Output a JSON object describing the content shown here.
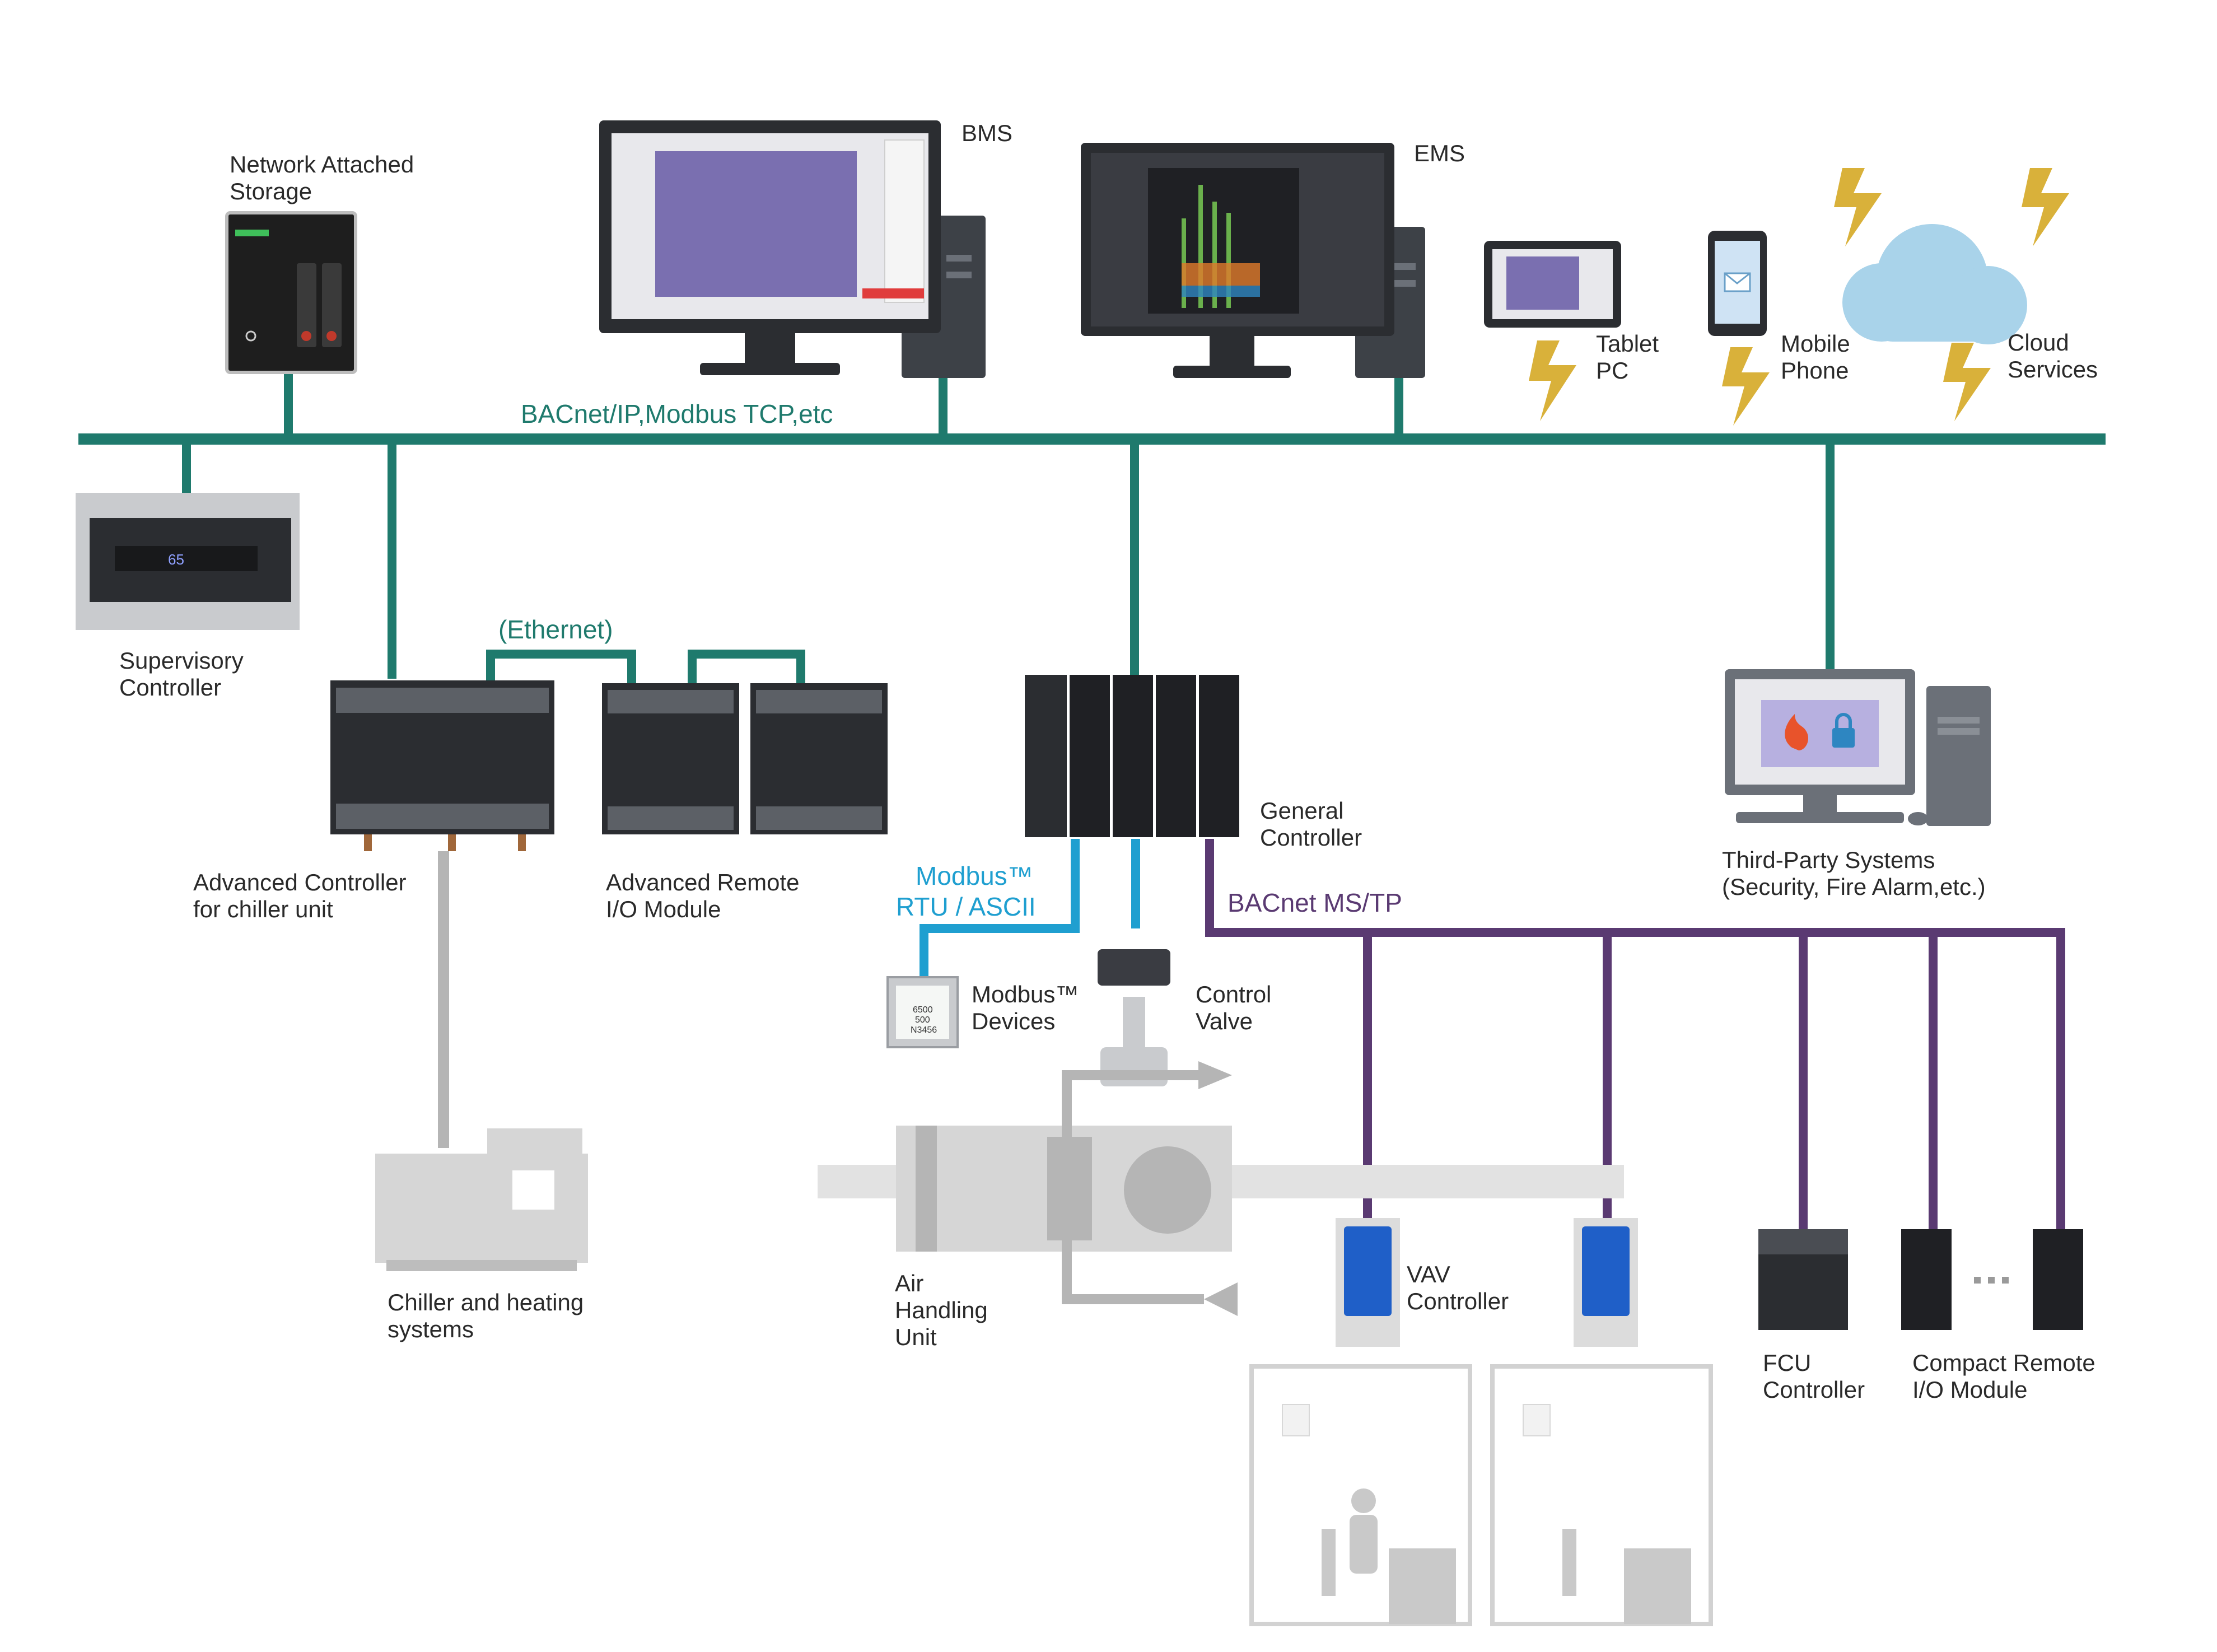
{
  "colors": {
    "ip_bus": "#1f7a6d",
    "modbus": "#1f9fd0",
    "mstp": "#5a3a72",
    "equipment_gray": "#d6d6d6",
    "device_dark": "#2b2d31",
    "lightning": "#d9b13a",
    "cloud": "#a9d3ea"
  },
  "networks": {
    "ip": "BACnet/IP,Modbus TCP,etc",
    "ethernet": "(Ethernet)",
    "modbus_l1": "Modbus™",
    "modbus_l2": "RTU / ASCII",
    "mstp": "BACnet MS/TP"
  },
  "labels": {
    "nas": [
      "Network Attached",
      "Storage"
    ],
    "bms": [
      "BMS"
    ],
    "ems": [
      "EMS"
    ],
    "tablet": [
      "Tablet",
      "PC"
    ],
    "mobile": [
      "Mobile",
      "Phone"
    ],
    "cloud": [
      "Cloud",
      "Services"
    ],
    "supervisory": [
      "Supervisory",
      "Controller"
    ],
    "adv_chiller": [
      "Advanced Controller",
      "for chiller unit"
    ],
    "adv_remote": [
      "Advanced Remote",
      "I/O Module"
    ],
    "general": [
      "General",
      "Controller"
    ],
    "third_party": [
      "Third-Party Systems",
      "(Security, Fire Alarm,etc.)"
    ],
    "modbus_devices": [
      "Modbus™",
      "Devices"
    ],
    "control_valve": [
      "Control",
      "Valve"
    ],
    "chiller": [
      "Chiller and heating",
      "systems"
    ],
    "ahu": [
      "Air",
      "Handling",
      "Unit"
    ],
    "vav": [
      "VAV",
      "Controller"
    ],
    "fcu": [
      "FCU",
      "Controller"
    ],
    "compact": [
      "Compact Remote",
      "I/O Module"
    ]
  },
  "device_text": {
    "supervisory_display": "65",
    "meter_l1": "6500",
    "meter_l2": "500",
    "meter_l3": "N3456"
  },
  "icons": {
    "nas": "nas-icon",
    "bms": "desktop-monitor-icon",
    "ems": "desktop-monitor-icon",
    "tablet": "tablet-icon",
    "mobile": "mobile-phone-icon",
    "mail": "envelope-icon",
    "cloud": "cloud-icon",
    "lightning": "lightning-icon",
    "fire": "fire-icon",
    "lock": "lock-icon",
    "person": "person-at-desk-icon",
    "thermostat": "thermostat-icon",
    "fan": "fan-icon"
  }
}
